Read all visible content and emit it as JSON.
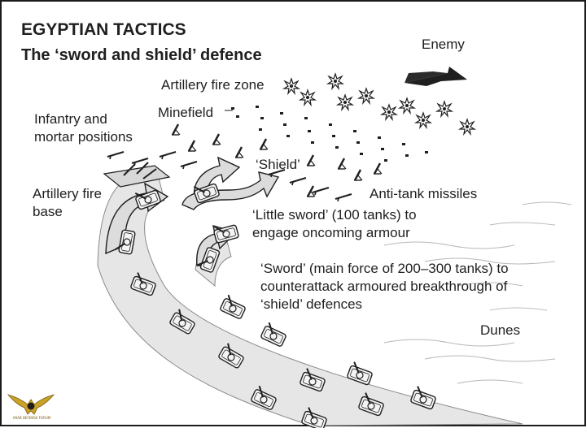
{
  "title": "EGYPTIAN TACTICS",
  "subtitle": "The ‘sword and shield’ defence",
  "labels": {
    "enemy": "Enemy",
    "artillery_fire_zone": "Artillery fire zone",
    "minefield": "Minefield",
    "infantry_line1": "Infantry and",
    "infantry_line2": "mortar positions",
    "shield": "‘Shield’",
    "anti_tank": "Anti-tank missiles",
    "artillery_base_line1": "Artillery fire",
    "artillery_base_line2": "base",
    "little_sword_line1": "‘Little sword’ (100 tanks) to",
    "little_sword_line2": "engage oncoming armour",
    "sword_line1": "‘Sword’ (main force of 200–300 tanks) to",
    "sword_line2": "counterattack armoured breakthrough of",
    "sword_line3": "‘shield’ defences",
    "dunes": "Dunes"
  },
  "logo": {
    "text_line1": "ARAB DEFENSE FORUM"
  },
  "icons": {
    "explosion": "explosion-icon",
    "tank": "tank-icon",
    "mine": "mine-icon",
    "enemy_arrow": "enemy-arrow-icon",
    "mortar": "mortar-icon",
    "rifle": "rifle-icon"
  },
  "colors": {
    "ink": "#1f1f1f",
    "ground": "#e6e6e6",
    "arrow_fill": "#dcdcdc",
    "gold": "#c9a227"
  }
}
